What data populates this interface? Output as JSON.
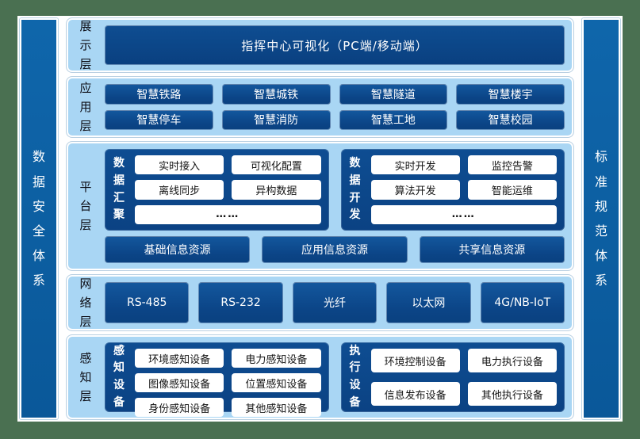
{
  "side_bars": {
    "left_label": "数据安全体系",
    "right_label": "标准规范体系"
  },
  "display_layer": {
    "label": "展示层",
    "main_box": "指挥中心可视化（PC端/移动端）"
  },
  "application_layer": {
    "label": "应用层",
    "items": [
      "智慧铁路",
      "智慧城铁",
      "智慧隧道",
      "智慧楼宇",
      "智慧停车",
      "智慧消防",
      "智慧工地",
      "智慧校园"
    ]
  },
  "platform_layer": {
    "label": "平台层",
    "groups": [
      {
        "label": "数据汇聚",
        "items": [
          "实时接入",
          "可视化配置",
          "离线同步",
          "异构数据"
        ],
        "more": "……"
      },
      {
        "label": "数据开发",
        "items": [
          "实时开发",
          "监控告警",
          "算法开发",
          "智能运维"
        ],
        "more": "……"
      }
    ],
    "resources": [
      "基础信息资源",
      "应用信息资源",
      "共享信息资源"
    ]
  },
  "network_layer": {
    "label": "网络层",
    "items": [
      "RS-485",
      "RS-232",
      "光纤",
      "以太网",
      "4G/NB-IoT"
    ]
  },
  "perception_layer": {
    "label": "感知层",
    "groups": [
      {
        "label": "感知设备",
        "items": [
          "环境感知设备",
          "电力感知设备",
          "图像感知设备",
          "位置感知设备",
          "身份感知设备",
          "其他感知设备"
        ]
      },
      {
        "label": "执行设备",
        "items": [
          "环境控制设备",
          "电力执行设备",
          "信息发布设备",
          "其他执行设备"
        ]
      }
    ]
  },
  "colors": {
    "frame_green": "#4a7051",
    "panel_light_blue": "#a9d6f4",
    "box_navy": "#0b4486",
    "group_navy": "#0d4a8e",
    "side_bar_blue": "#0d61a5",
    "white": "#ffffff"
  }
}
